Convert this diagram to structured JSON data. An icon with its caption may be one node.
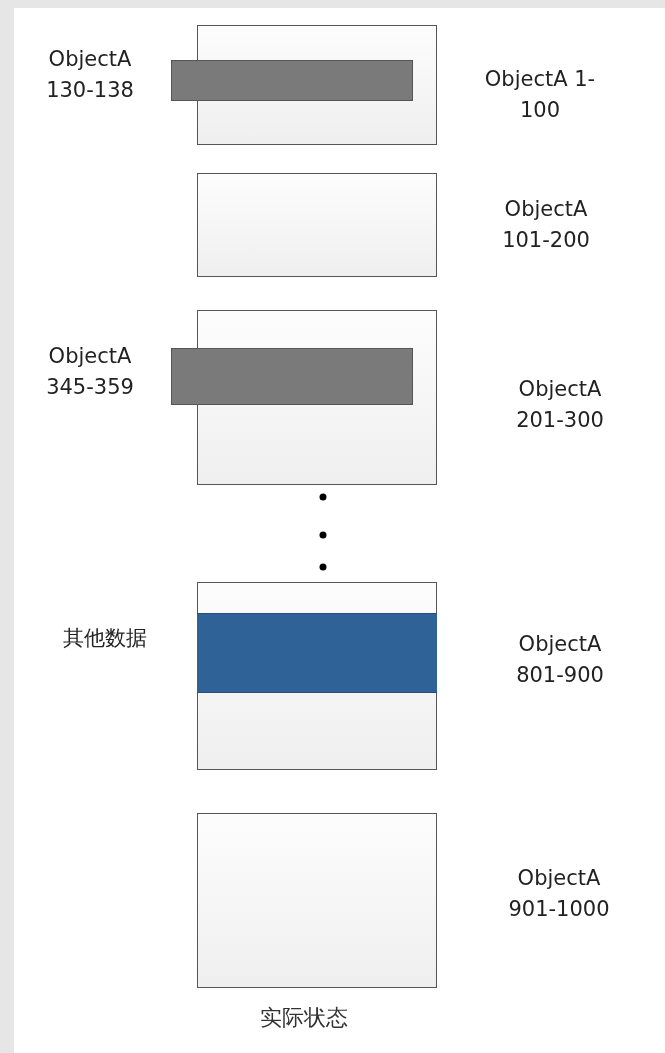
{
  "diagram": {
    "caption": "实际状态",
    "nodes": [
      {
        "text": [],
        "shape": "box",
        "beside": [
          "ObjectA 1-100"
        ]
      },
      {
        "text": [],
        "shape": "bar",
        "beside": [
          "ObjectA 130-138"
        ]
      },
      {
        "text": [],
        "shape": "box",
        "beside": [
          "ObjectA 101-200"
        ]
      },
      {
        "text": [],
        "shape": "box",
        "beside": [
          "ObjectA 201-300"
        ]
      },
      {
        "text": [],
        "shape": "bar",
        "beside": [
          "ObjectA 345-359"
        ]
      },
      {
        "text": [],
        "shape": "box",
        "beside": [
          "ObjectA 801-900"
        ]
      },
      {
        "text": [],
        "shape": "bar",
        "in": 5,
        "beside": [
          "其他数据"
        ]
      },
      {
        "text": [],
        "shape": "box",
        "beside": [
          "ObjectA 901-1000"
        ]
      }
    ]
  }
}
